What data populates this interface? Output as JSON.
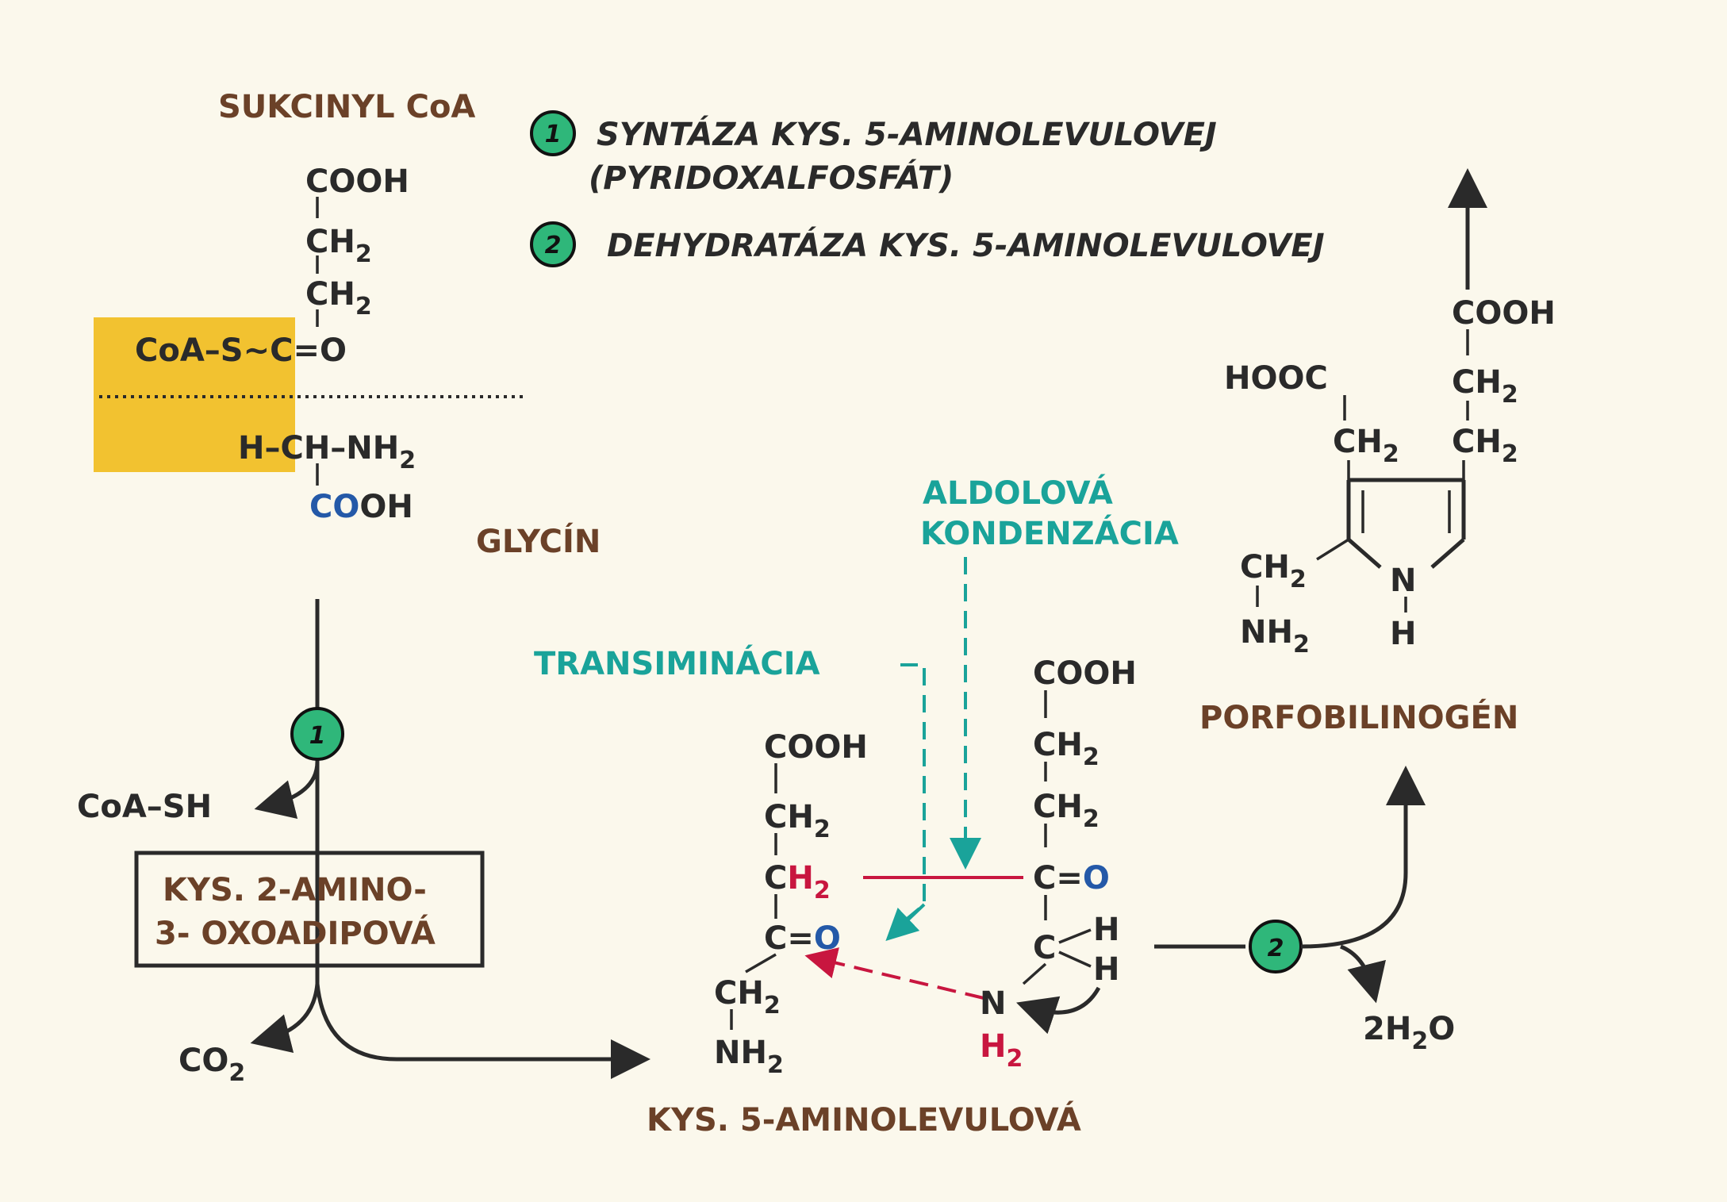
{
  "labels": {
    "succinyl_coa": "SUKCINYL CoA",
    "glycine": "GLYCÍN",
    "transimination": "TRANSIMINÁCIA",
    "aldol_1": "ALDOLOVÁ",
    "aldol_2": "KONDENZÁCIA",
    "porphobilinogen": "PORFOBILINOGÉN",
    "ala": "KYS. 5-AMINOLEVULOVÁ",
    "intermediate_1": "KYS. 2-AMINO-",
    "intermediate_2": "3- OXOADIPOVÁ",
    "coa_sh": "CoA–SH",
    "co2": "CO",
    "co2_sub": "2",
    "water": "2H",
    "water_sub": "2",
    "water_o": "O"
  },
  "legend": [
    {
      "number": "1",
      "line1": "SYNTÁZA KYS. 5-AMINOLEVULOVEJ",
      "line2": "(PYRIDOXALFOSFÁT)"
    },
    {
      "number": "2",
      "line1": "DEHYDRATÁZA KYS. 5-AMINOLEVULOVEJ",
      "line2": ""
    }
  ],
  "step_markers": [
    "1",
    "2"
  ],
  "succinyl": {
    "cooh": "COOH",
    "ch2_a": "CH",
    "ch2_b": "CH",
    "sub": "2",
    "coa_s": "CoA–S~C=O"
  },
  "glycine_struct": {
    "row": "H–CH–NH",
    "sub": "2",
    "cooh_co": "CO",
    "cooh_oh": "OH"
  },
  "ala_left": {
    "cooh": "COOH",
    "ch2": "CH",
    "c": "C",
    "h2": "H",
    "co_c": "C=",
    "co_o": "O",
    "ch2b": "CH",
    "nh2": "NH",
    "sub": "2"
  },
  "ala_right": {
    "cooh": "COOH",
    "ch2a": "CH",
    "ch2b": "CH",
    "co_c": "C=",
    "co_o": "O",
    "c": "C",
    "h": "H",
    "n": "N",
    "h2": "H",
    "sub": "2"
  },
  "pbg": {
    "cooh": "COOH",
    "hooc": "HOOC",
    "ch2": "CH",
    "nh2": "NH",
    "n": "N",
    "h": "H",
    "sub": "2"
  },
  "colors": {
    "background": "#fbf8ec",
    "brown": "#6b4128",
    "teal": "#1aa39a",
    "green": "#2fb77a",
    "yellow": "#f2c230",
    "red": "#c8163f",
    "blue": "#2459a8"
  }
}
